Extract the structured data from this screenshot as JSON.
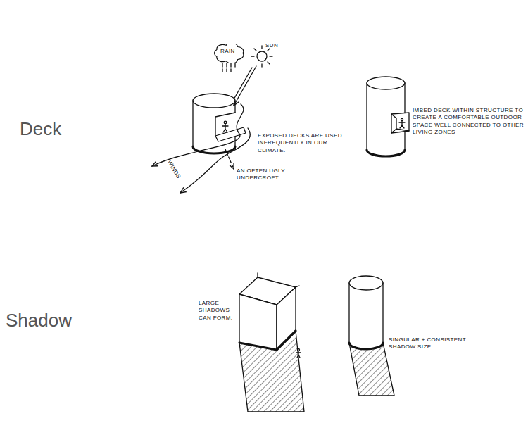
{
  "diagram": {
    "nodes": [
      {
        "text": [
          "RAIN"
        ]
      }
    ],
    "labels": [
      "Deck",
      "SUN",
      "EXPOSED DECKS ARE USED INFREQUENTLY IN OUR CLIMATE.",
      "AN OFTEN UGLY UNDERCROFT",
      "WINDS",
      "IMBED DECK WITHIN STRUCTURE TO CREATE A COMFORTABLE OUTDOOR SPACE WELL CONNECTED TO OTHER LIVING ZONES",
      "Shadow",
      "LARGE SHADOWS CAN FORM.",
      "SINGULAR + CONSISTENT SHADOW SIZE."
    ]
  }
}
